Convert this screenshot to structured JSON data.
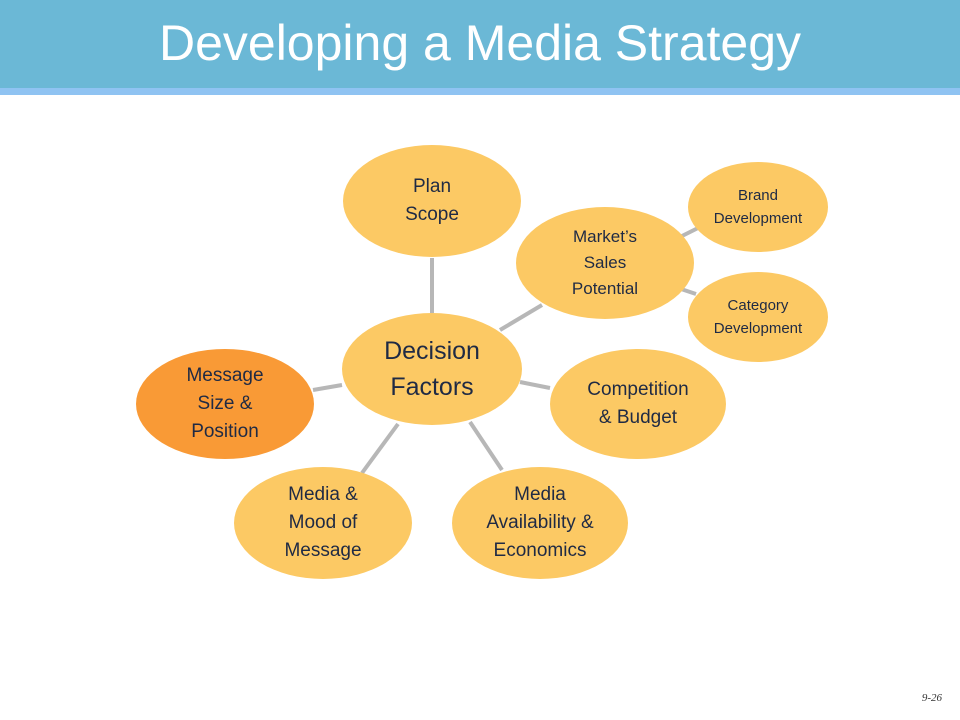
{
  "title": "Developing a Media Strategy",
  "page_number": "9-26",
  "colors": {
    "header": "#6bb8d6",
    "header_rule": "#8fc3f2",
    "node": "#fcc964",
    "highlight": "#f99a36",
    "connector": "#b7b7b7"
  },
  "diagram": {
    "center": {
      "label": "Decision\nFactors"
    },
    "nodes": {
      "plan_scope": "Plan\nScope",
      "markets_sales_potential": "Market’s\nSales\nPotential",
      "brand_development": "Brand\nDevelopment",
      "category_development": "Category\nDevelopment",
      "competition_budget": "Competition\n& Budget",
      "media_availability": "Media\nAvailability &\nEconomics",
      "media_mood": "Media &\nMood of\nMessage",
      "message_size": "Message\nSize &\nPosition"
    },
    "highlighted_node": "message_size"
  }
}
